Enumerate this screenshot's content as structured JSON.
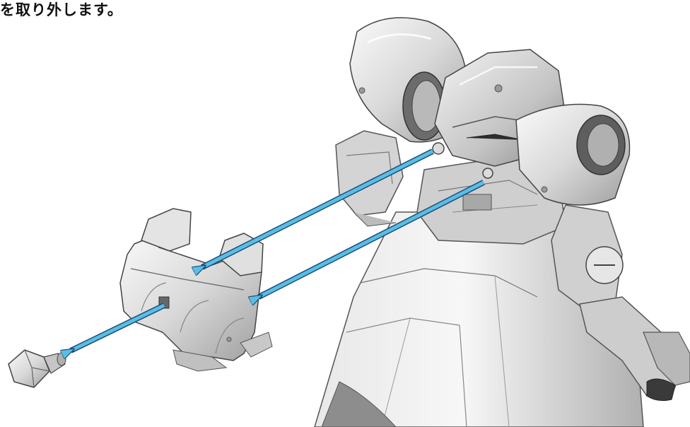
{
  "instruction": {
    "text": "を取り外します。"
  },
  "colors": {
    "arrow": "#5bbde4",
    "arrow_outline": "#1a4f7a",
    "part_light": "#f2f2f2",
    "part_mid": "#cfcfcf",
    "part_shadow": "#9a9a9a",
    "part_dark": "#4a4a4a"
  },
  "illustration": {
    "subject": "robot-model-figure",
    "detached_parts": [
      "collar-armor-part",
      "small-joint-part"
    ]
  }
}
